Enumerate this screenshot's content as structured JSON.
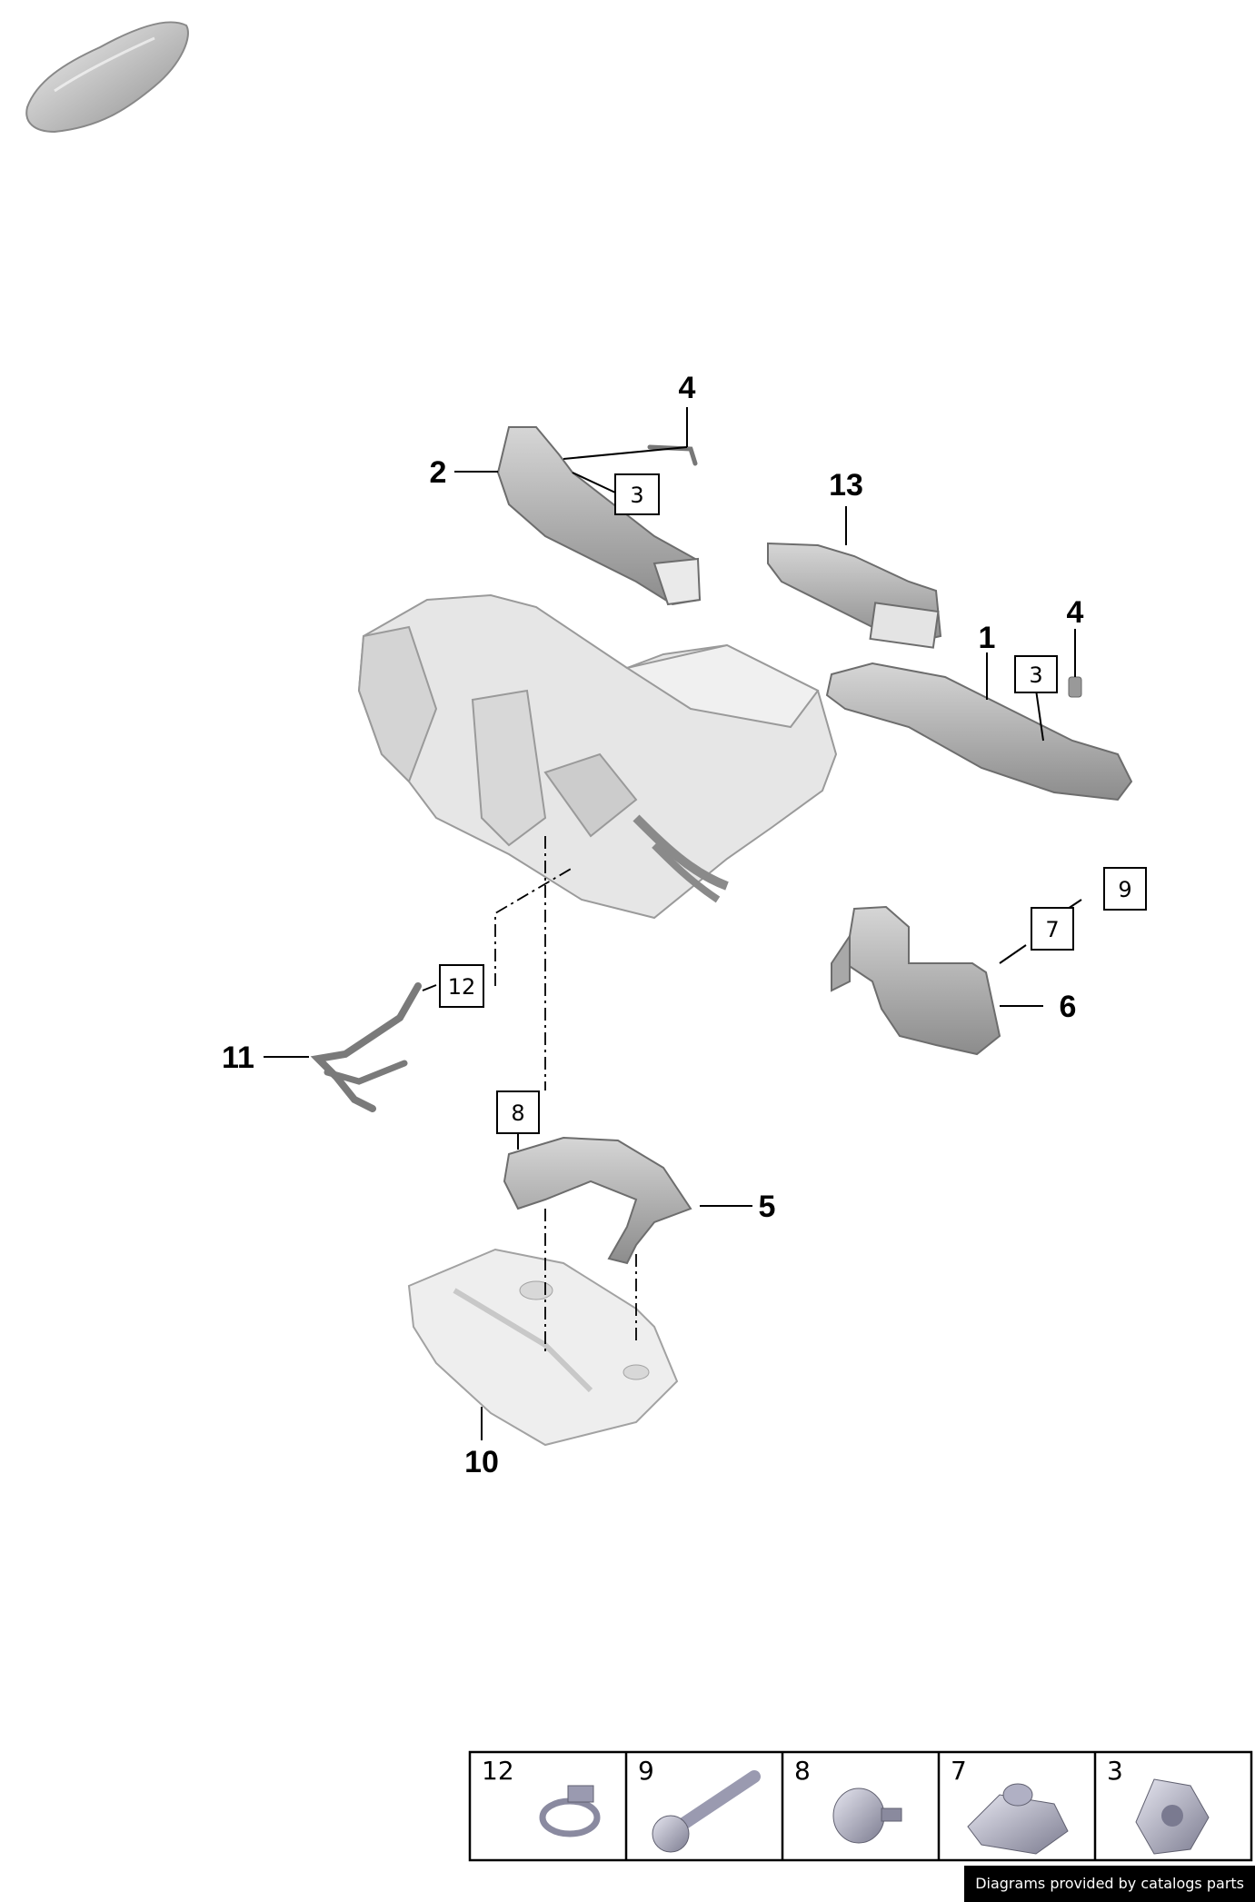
{
  "callouts_plain": [
    "1",
    "2",
    "4",
    "4",
    "5",
    "6",
    "10",
    "11",
    "13"
  ],
  "callouts_boxed": [
    "3",
    "3",
    "7",
    "8",
    "9",
    "12"
  ],
  "legend": [
    {
      "number": "12",
      "icon": "hose-clamp-icon"
    },
    {
      "number": "9",
      "icon": "bolt-icon"
    },
    {
      "number": "8",
      "icon": "expansion-nut-icon"
    },
    {
      "number": "7",
      "icon": "clip-nut-icon"
    },
    {
      "number": "3",
      "icon": "hex-nut-icon"
    }
  ],
  "credit": "Diagrams provided by catalogs parts",
  "colors": {
    "part_fill": "#e2e2e2",
    "part_stroke": "#9a9a9a",
    "duct_fill": "#b9b9b9",
    "hardware_fill": "#a9a9b8"
  }
}
